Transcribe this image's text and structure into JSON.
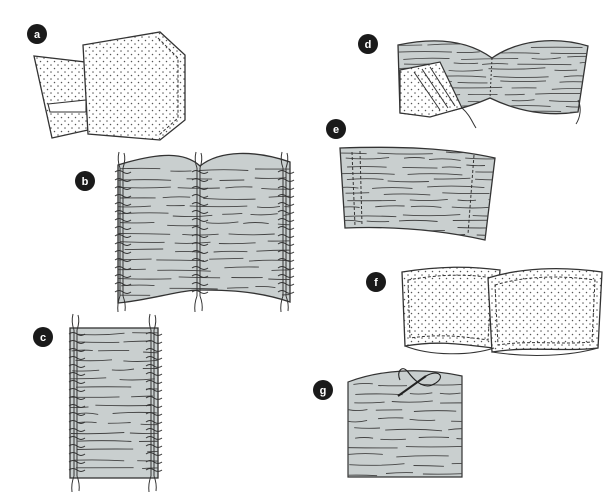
{
  "steps": [
    {
      "id": "a",
      "label": "a"
    },
    {
      "id": "b",
      "label": "b"
    },
    {
      "id": "c",
      "label": "c"
    },
    {
      "id": "d",
      "label": "d"
    },
    {
      "id": "e",
      "label": "e"
    },
    {
      "id": "f",
      "label": "f"
    },
    {
      "id": "g",
      "label": "g"
    }
  ],
  "colors": {
    "fabric_fill": "#c9cfcf",
    "outline": "#333333",
    "badge": "#1a1a1a",
    "dot": "#555555",
    "paper": "#ffffff"
  }
}
